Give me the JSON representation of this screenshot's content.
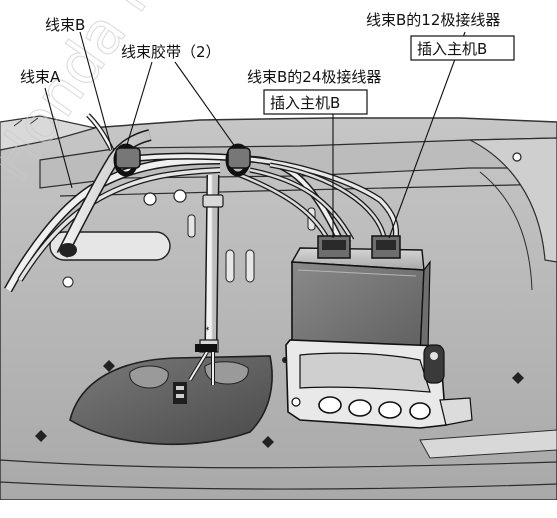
{
  "watermark": "Honda Ho",
  "labels": {
    "harness_a": "线束A",
    "harness_b": "线束B",
    "harness_ties": "线束胶带（2）",
    "connector_24p": "线束B的24极接线器",
    "insert_24p": "插入主机B",
    "connector_12p": "线束B的12极接线器",
    "insert_12p": "插入主机B"
  }
}
